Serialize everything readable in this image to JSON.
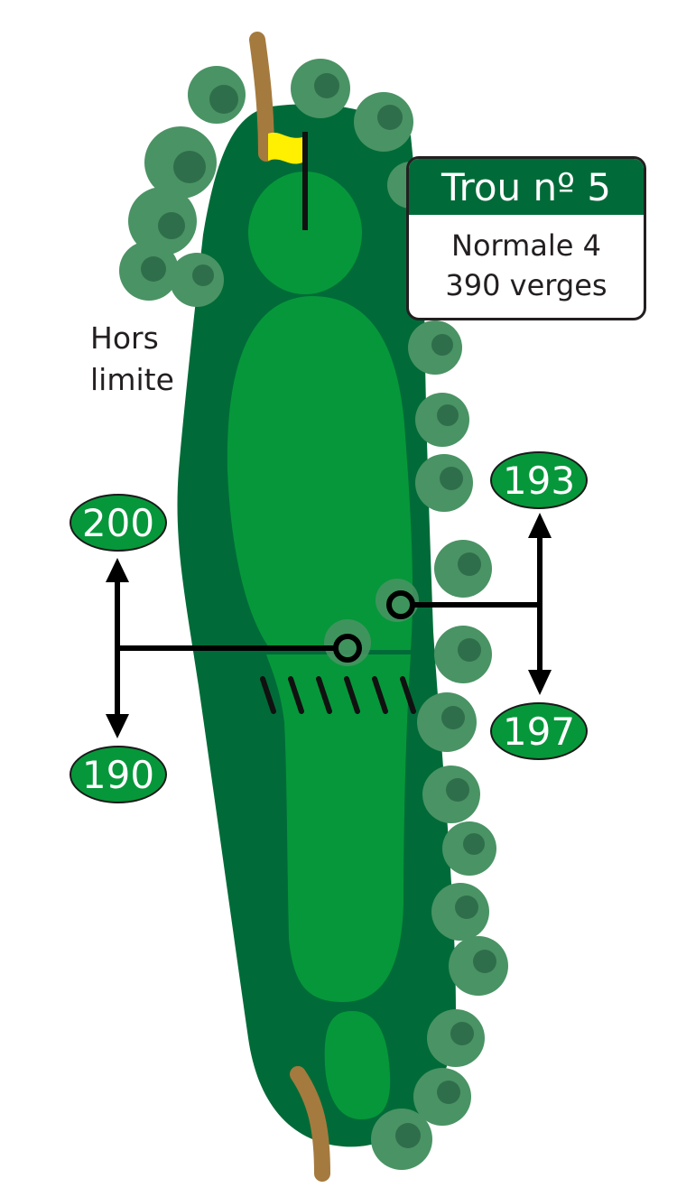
{
  "hole": {
    "title": "Trou nº 5",
    "par_label": "Normale 4",
    "distance_label": "390 verges",
    "header_color": "#006b38"
  },
  "labels": {
    "out_of_bounds": [
      "Hors",
      "limite"
    ]
  },
  "yardage_markers": {
    "left": {
      "upper": "200",
      "lower": "190"
    },
    "right": {
      "upper": "193",
      "lower": "197"
    }
  },
  "colors": {
    "rough": "#006b38",
    "fairway": "#06973a",
    "tree": "#4a9364",
    "tree_dark": "#2f6e4b",
    "cart_path": "#a57a3e",
    "flag": "#ffef00",
    "marker_fill": "#06973a"
  },
  "icons": [
    "flag-icon",
    "cart-path-icon",
    "tree-icon",
    "hazard-line-icon",
    "distance-arrow-icon"
  ]
}
